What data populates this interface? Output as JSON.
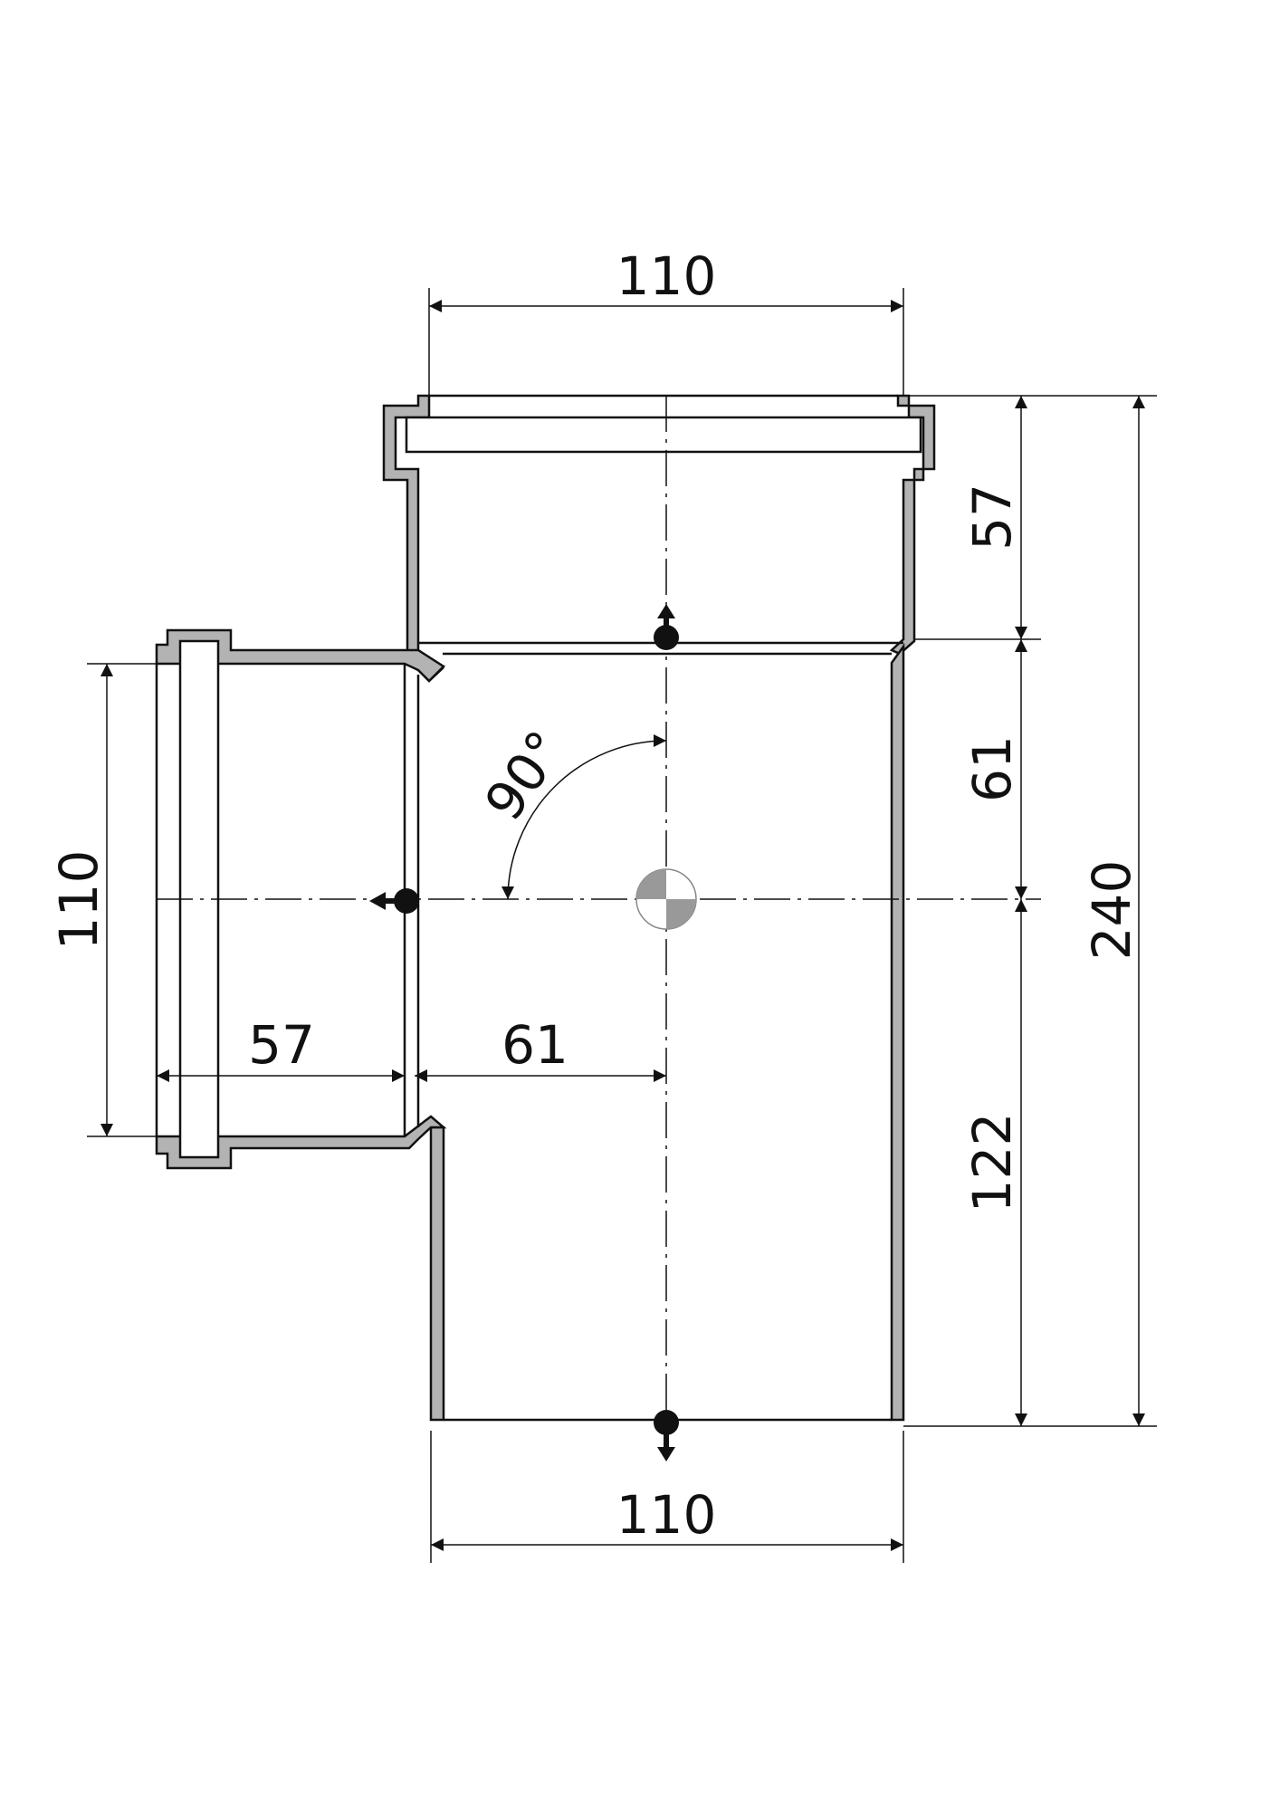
{
  "drawing": {
    "type": "technical drawing",
    "subject": "pipe tee fitting"
  },
  "dimensions": {
    "top_width": "110",
    "bottom_width": "110",
    "left_height": "110",
    "branch_socket_depth": "57",
    "branch_to_axis": "61",
    "right_socket_depth": "57",
    "right_socket_to_axis": "61",
    "right_axis_to_bottom": "122",
    "overall_height": "240",
    "angle": "90°"
  },
  "colors": {
    "line": "#111111",
    "wall_fill": "#b3b3b3",
    "background": "#ffffff"
  },
  "icons": {
    "center_mark": "center-of-gravity-symbol",
    "flow_arrows": "flow-direction-arrow"
  }
}
